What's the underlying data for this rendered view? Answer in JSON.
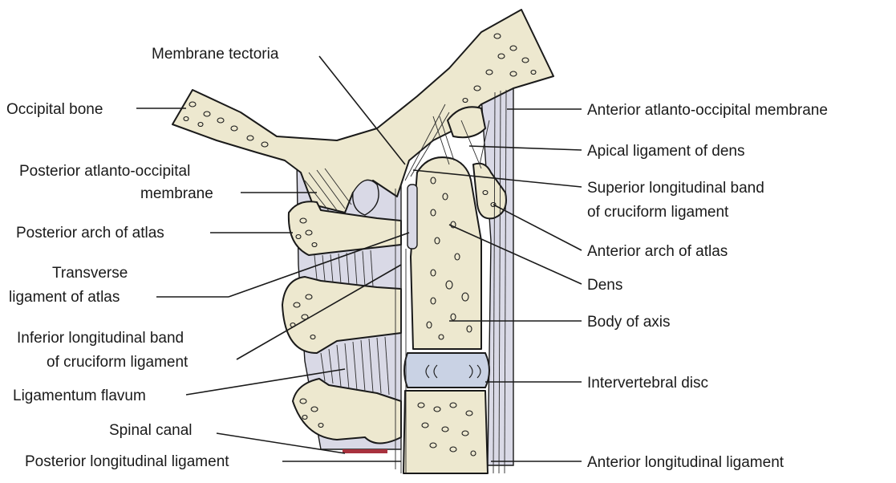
{
  "labels": {
    "membrane_tectoria": "Membrane tectoria",
    "occipital_bone": "Occipital bone",
    "posterior_atlanto_occipital_1": "Posterior atlanto-occipital",
    "posterior_atlanto_occipital_2": "membrane",
    "posterior_arch_atlas": "Posterior arch of atlas",
    "transverse_ligament_1": "Transverse",
    "transverse_ligament_2": "ligament of atlas",
    "inferior_band_1": "Inferior longitudinal band",
    "inferior_band_2": "of cruciform ligament",
    "ligamentum_flavum": "Ligamentum flavum",
    "spinal_canal": "Spinal canal",
    "posterior_longitudinal": "Posterior longitudinal ligament",
    "anterior_atlanto_occipital": "Anterior atlanto-occipital membrane",
    "apical_ligament": "Apical ligament of dens",
    "superior_band_1": "Superior longitudinal band",
    "superior_band_2": "of cruciform ligament",
    "anterior_arch_atlas": "Anterior arch of atlas",
    "dens": "Dens",
    "body_of_axis": "Body of axis",
    "intervertebral_disc": "Intervertebral disc",
    "anterior_longitudinal": "Anterior longitudinal ligament"
  },
  "colors": {
    "bone": "#ede8cf",
    "ligament": "#d9d9e6",
    "disc": "#c9d2e4",
    "spinal_canal_marker": "#a8323e"
  }
}
